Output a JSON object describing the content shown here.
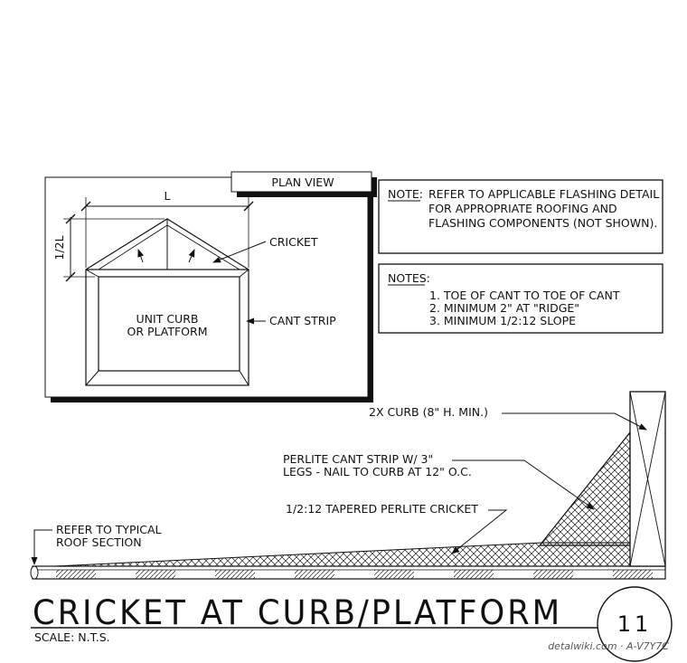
{
  "plan": {
    "view_label": "PLAN VIEW",
    "dim_length": "L",
    "dim_half": "1/2L",
    "cricket_label": "CRICKET",
    "curb_label_1": "UNIT CURB",
    "curb_label_2": "OR PLATFORM",
    "cant_label": "CANT STRIP"
  },
  "note_box": {
    "prefix": "NOTE:",
    "line1": "REFER TO APPLICABLE FLASHING DETAIL",
    "line2": "FOR APPROPRIATE ROOFING AND",
    "line3": "FLASHING COMPONENTS (NOT SHOWN)."
  },
  "notes_box": {
    "heading": "NOTES:",
    "items": [
      "1. TOE OF CANT TO TOE OF CANT",
      "2. MINIMUM 2\" AT \"RIDGE\"",
      "3. MINIMUM 1/2:12 SLOPE"
    ]
  },
  "section": {
    "curb_label": "2X CURB (8\" H. MIN.)",
    "cant_label_1": "PERLITE CANT STRIP W/ 3\"",
    "cant_label_2": "LEGS - NAIL TO CURB AT 12\" O.C.",
    "cricket_label": "1/2:12 TAPERED PERLITE CRICKET",
    "roof_label_1": "REFER TO TYPICAL",
    "roof_label_2": "ROOF SECTION"
  },
  "title_block": {
    "title": "CRICKET AT CURB/PLATFORM",
    "scale": "SCALE: N.T.S.",
    "detail_number": "11"
  },
  "watermark": "detalwiki.com · A-V7Y7C"
}
